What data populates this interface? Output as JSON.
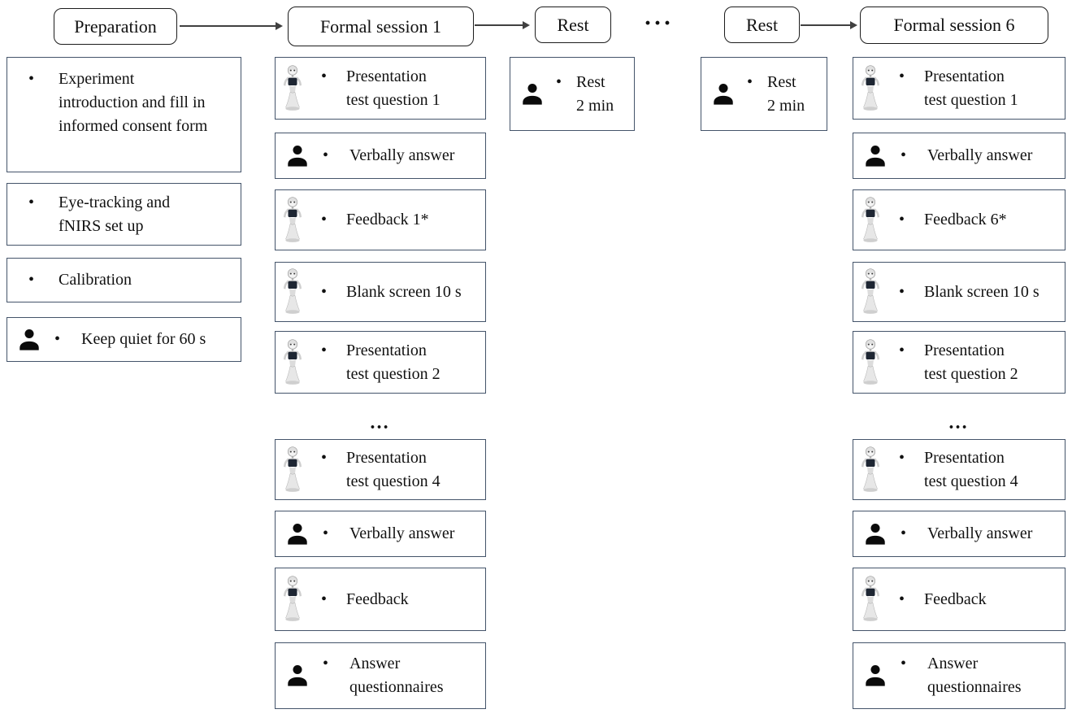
{
  "glyphs": {
    "bullet": "•"
  },
  "colors": {
    "box_border": "#44546a",
    "header_border": "#1c1c1c",
    "arrow": "#404040",
    "robot_chest": "#1e2633",
    "icon_black": "#0b0b0b"
  },
  "headers": {
    "preparation": "Preparation",
    "session1": "Formal session 1",
    "rest1": "Rest",
    "between_rests_ellipsis": "···",
    "rest2": "Rest",
    "session6": "Formal session 6"
  },
  "preparation_steps": [
    {
      "icon": null,
      "text": "Experiment\nintroduction and fill in\ninformed consent form"
    },
    {
      "icon": null,
      "text": "Eye-tracking and\nfNIRS set up"
    },
    {
      "icon": null,
      "text": "Calibration"
    },
    {
      "icon": "person",
      "text": "Keep quiet for 60 s"
    }
  ],
  "rest_boxes": [
    {
      "icon": "person",
      "text": "Rest\n2 min"
    },
    {
      "icon": "person",
      "text": "Rest\n2 min"
    }
  ],
  "sessions": [
    {
      "steps_top": [
        {
          "icon": "pepper-robot",
          "text": "Presentation\ntest question 1"
        },
        {
          "icon": "person",
          "text": "Verbally answer"
        },
        {
          "icon": "pepper-robot",
          "text": "Feedback 1*"
        },
        {
          "icon": "pepper-robot",
          "text": "Blank screen 10 s"
        },
        {
          "icon": "pepper-robot",
          "text": "Presentation\ntest question 2"
        }
      ],
      "ellipsis": "…",
      "steps_bottom": [
        {
          "icon": "pepper-robot",
          "text": "Presentation\ntest question 4"
        },
        {
          "icon": "person",
          "text": "Verbally answer"
        },
        {
          "icon": "pepper-robot",
          "text": "Feedback"
        },
        {
          "icon": "person",
          "text": "Answer\nquestionnaires"
        }
      ]
    },
    {
      "steps_top": [
        {
          "icon": "pepper-robot",
          "text": "Presentation\ntest question 1"
        },
        {
          "icon": "person",
          "text": "Verbally answer"
        },
        {
          "icon": "pepper-robot",
          "text": "Feedback 6*"
        },
        {
          "icon": "pepper-robot",
          "text": "Blank screen 10 s"
        },
        {
          "icon": "pepper-robot",
          "text": "Presentation\ntest question 2"
        }
      ],
      "ellipsis": "…",
      "steps_bottom": [
        {
          "icon": "pepper-robot",
          "text": "Presentation\ntest question 4"
        },
        {
          "icon": "person",
          "text": "Verbally answer"
        },
        {
          "icon": "pepper-robot",
          "text": "Feedback"
        },
        {
          "icon": "person",
          "text": "Answer\nquestionnaires"
        }
      ]
    }
  ]
}
